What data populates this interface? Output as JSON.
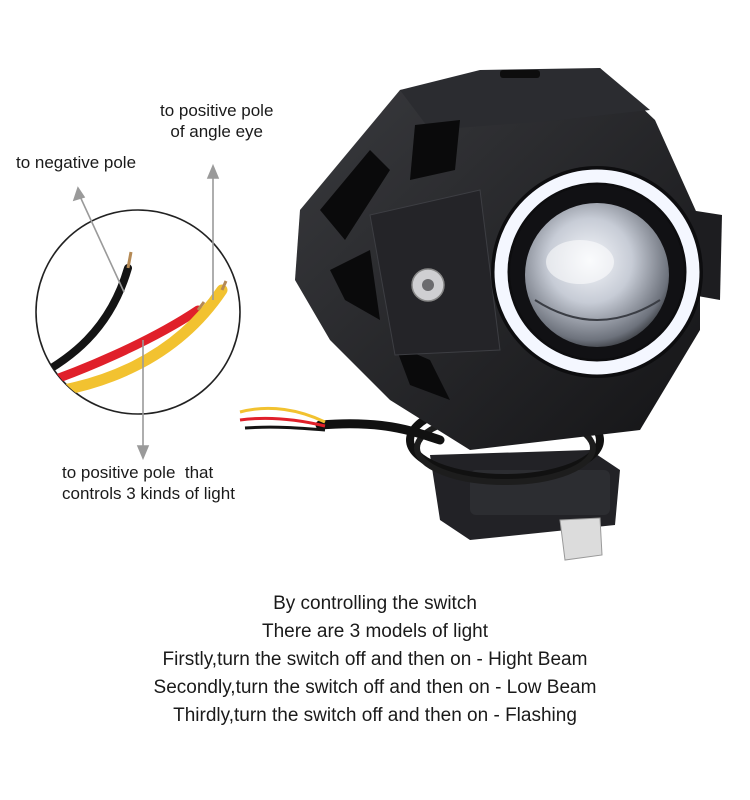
{
  "annotations": {
    "negative_pole": "to negative pole",
    "positive_angle_eye": [
      "to positive pole",
      "of angle eye"
    ],
    "positive_control": [
      "to positive pole  that",
      "controls 3 kinds of light"
    ]
  },
  "caption": {
    "lines": [
      "By controlling the switch",
      "There are 3 models of light",
      "Firstly,turn the switch off and then on - Hight Beam",
      "Secondly,turn the switch off and then on - Low Beam",
      "Thirdly,turn the switch off and then on - Flashing"
    ]
  },
  "colors": {
    "wire_black": "#141414",
    "wire_red": "#e0202a",
    "wire_yellow": "#f2c230",
    "housing": "#1c1c1e",
    "angel_ring": "#f4f7ff",
    "lens": "#c8ccd4",
    "arrow": "#9a9a9a"
  },
  "icons": {
    "product": "led-spotlight-image",
    "wire_detail": "wire-closeup-circle"
  }
}
